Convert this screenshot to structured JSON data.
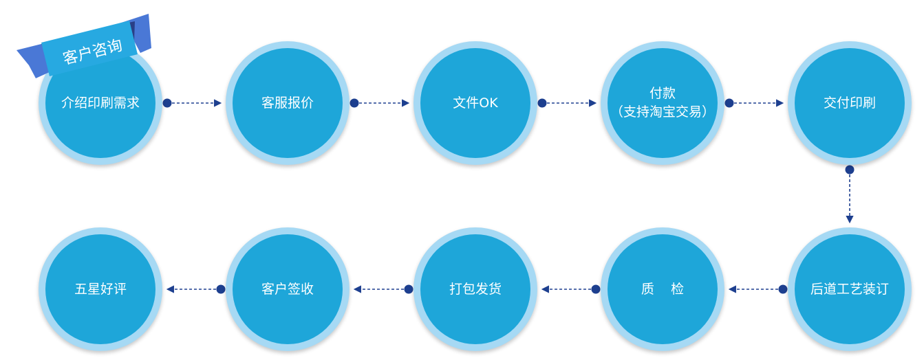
{
  "badge": {
    "label": "客户咨询"
  },
  "colors": {
    "ring": "#a6d9f4",
    "circle": "#1ea6d9",
    "connector": "#1d3f8f",
    "ribbon_front": "#27a9e1",
    "ribbon_back": "#4a78d6",
    "ribbon_fold": "#2a3f86"
  },
  "steps": [
    {
      "id": "step-1",
      "lines": [
        "介绍印刷需求"
      ]
    },
    {
      "id": "step-2",
      "lines": [
        "客服报价"
      ]
    },
    {
      "id": "step-3",
      "lines": [
        "文件OK"
      ]
    },
    {
      "id": "step-4",
      "lines": [
        "付款",
        "（支持淘宝交易）"
      ]
    },
    {
      "id": "step-5",
      "lines": [
        "交付印刷"
      ]
    },
    {
      "id": "step-6",
      "lines": [
        "后道工艺装订"
      ]
    },
    {
      "id": "step-7",
      "lines": [
        "质    检"
      ]
    },
    {
      "id": "step-8",
      "lines": [
        "打包发货"
      ]
    },
    {
      "id": "step-9",
      "lines": [
        "客户签收"
      ]
    },
    {
      "id": "step-10",
      "lines": [
        "五星好评"
      ]
    }
  ],
  "flow": [
    [
      "step-1",
      "step-2"
    ],
    [
      "step-2",
      "step-3"
    ],
    [
      "step-3",
      "step-4"
    ],
    [
      "step-4",
      "step-5"
    ],
    [
      "step-5",
      "step-6"
    ],
    [
      "step-6",
      "step-7"
    ],
    [
      "step-7",
      "step-8"
    ],
    [
      "step-8",
      "step-9"
    ],
    [
      "step-9",
      "step-10"
    ]
  ]
}
